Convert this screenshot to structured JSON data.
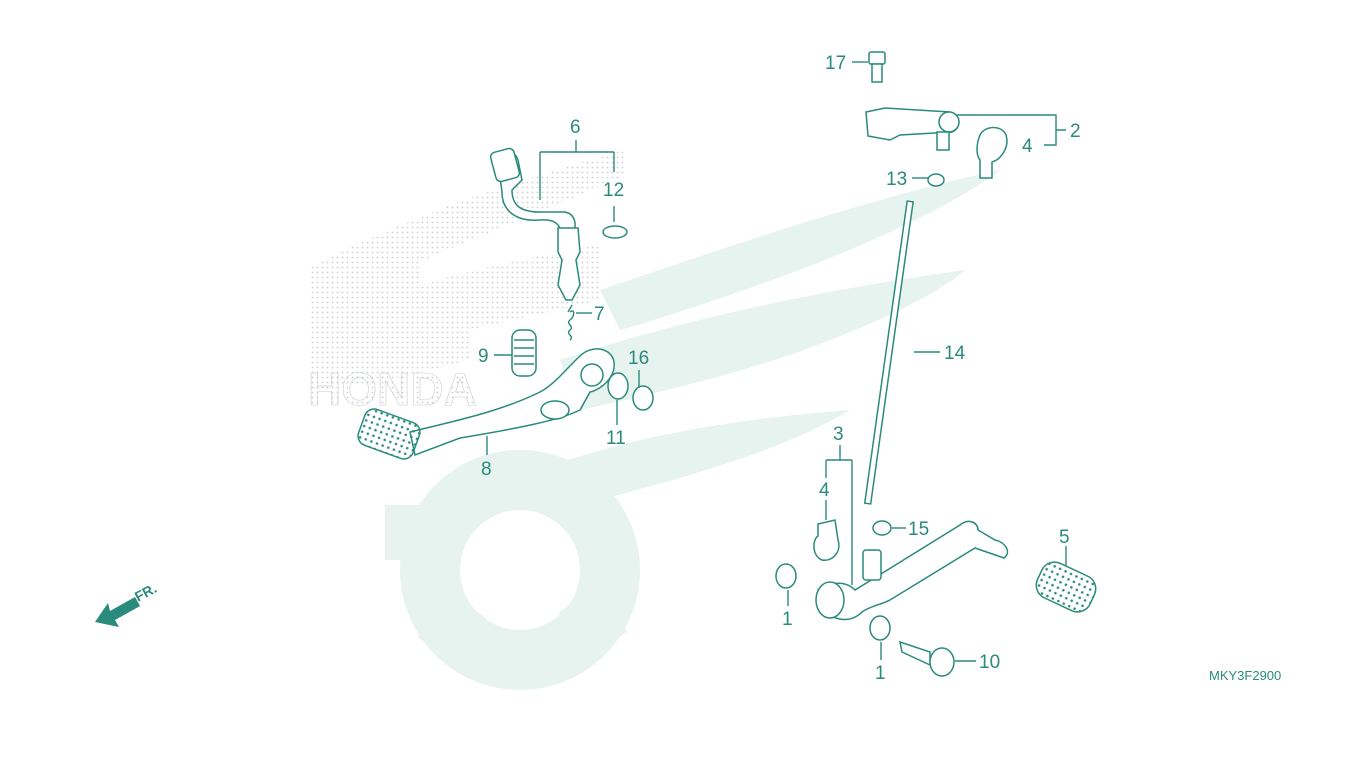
{
  "diagram": {
    "drawing_code": "MKY3F2900",
    "direction_label": "FR.",
    "accent_color": "#2a8a7c",
    "watermark_color": "#e6f3ef",
    "callouts": [
      {
        "id": "c1a",
        "text": "1"
      },
      {
        "id": "c1b",
        "text": "1"
      },
      {
        "id": "c2",
        "text": "2"
      },
      {
        "id": "c3",
        "text": "3"
      },
      {
        "id": "c4a",
        "text": "4"
      },
      {
        "id": "c4b",
        "text": "4"
      },
      {
        "id": "c5",
        "text": "5"
      },
      {
        "id": "c6",
        "text": "6"
      },
      {
        "id": "c7",
        "text": "7"
      },
      {
        "id": "c8",
        "text": "8"
      },
      {
        "id": "c9",
        "text": "9"
      },
      {
        "id": "c10",
        "text": "10"
      },
      {
        "id": "c11",
        "text": "11"
      },
      {
        "id": "c12",
        "text": "12"
      },
      {
        "id": "c13",
        "text": "13"
      },
      {
        "id": "c14",
        "text": "14"
      },
      {
        "id": "c15",
        "text": "15"
      },
      {
        "id": "c16",
        "text": "16"
      },
      {
        "id": "c17",
        "text": "17"
      }
    ]
  }
}
